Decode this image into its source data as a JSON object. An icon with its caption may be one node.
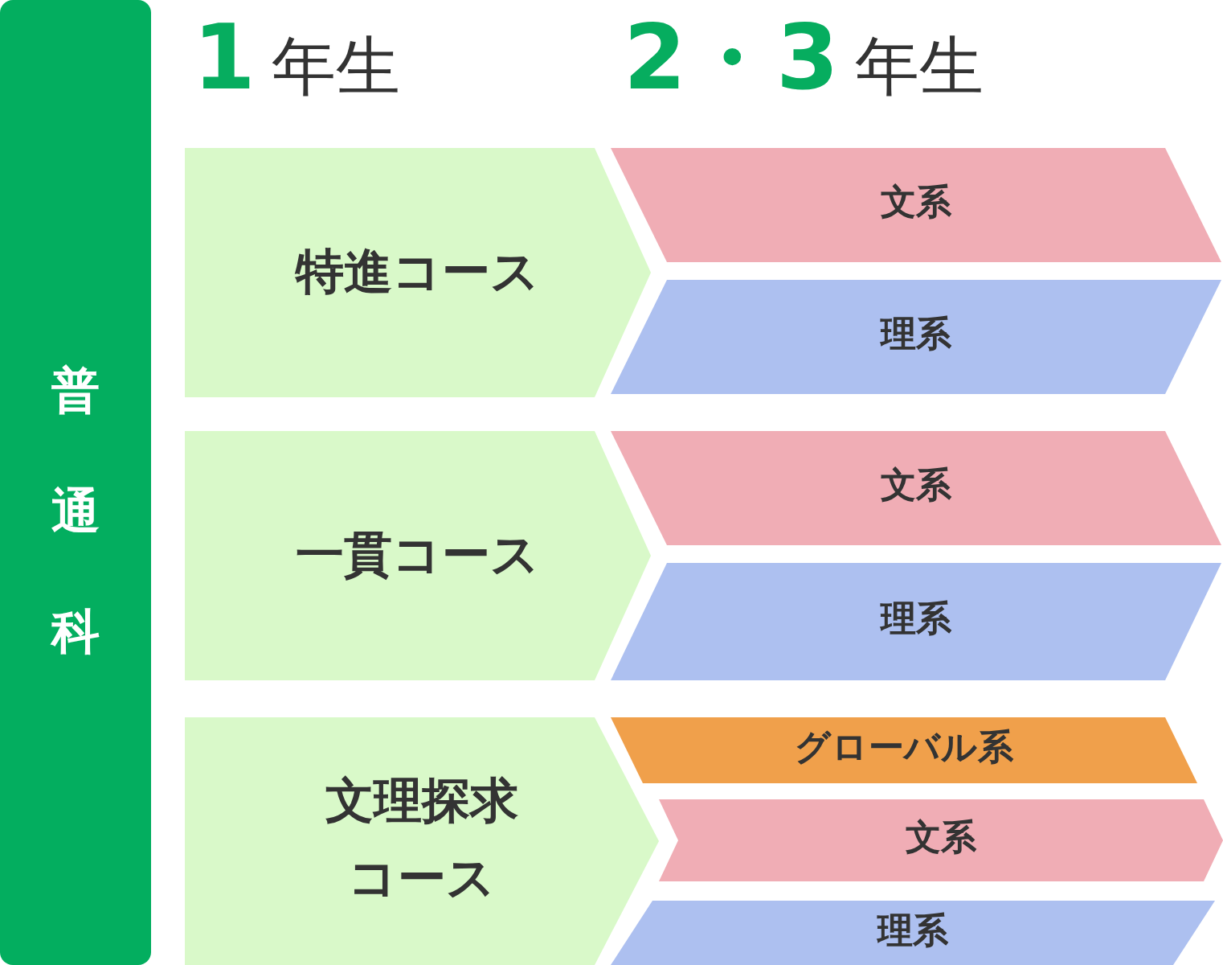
{
  "diagram": {
    "nodes": [
      {
        "text": [
          "普通科"
        ]
      },
      {
        "text": [
          "特進コース"
        ]
      },
      {
        "text": [
          "文系"
        ]
      },
      {
        "text": [
          "理系"
        ]
      },
      {
        "text": [
          "一貫コース"
        ]
      },
      {
        "text": [
          "文系"
        ]
      },
      {
        "text": [
          "理系"
        ]
      },
      {
        "text": [
          "文理探求コース"
        ]
      },
      {
        "text": [
          "グローバル系"
        ]
      },
      {
        "text": [
          "文系"
        ]
      },
      {
        "text": [
          "理系"
        ]
      }
    ],
    "labels": [
      "**1**年生",
      "**2・3**年生"
    ]
  }
}
